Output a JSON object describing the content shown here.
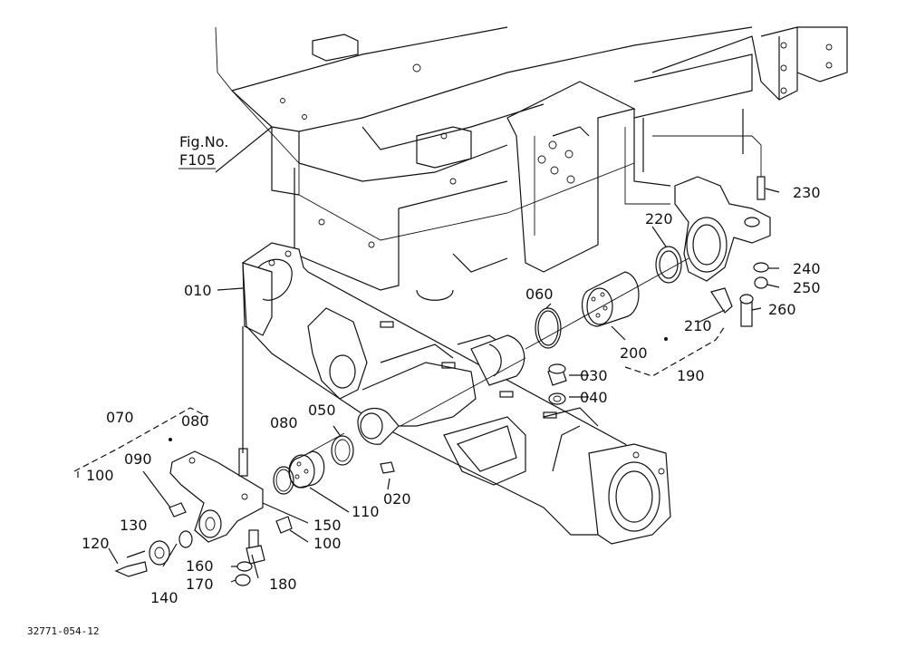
{
  "figure_ref": {
    "line1": "Fig.No.",
    "line2": "F105"
  },
  "part_labels": {
    "p010": "010",
    "p020": "020",
    "p030": "030",
    "p040": "040",
    "p050": "050",
    "p060": "060",
    "p070": "070",
    "p080a": "080",
    "p080b": "080",
    "p090": "090",
    "p100a": "100",
    "p100b": "100",
    "p110": "110",
    "p120": "120",
    "p130": "130",
    "p140": "140",
    "p150": "150",
    "p160": "160",
    "p170": "170",
    "p180": "180",
    "p190": "190",
    "p200": "200",
    "p210": "210",
    "p220": "220",
    "p230": "230",
    "p240": "240",
    "p250": "250",
    "p260": "260"
  },
  "drawing_number": "32771-054-12"
}
